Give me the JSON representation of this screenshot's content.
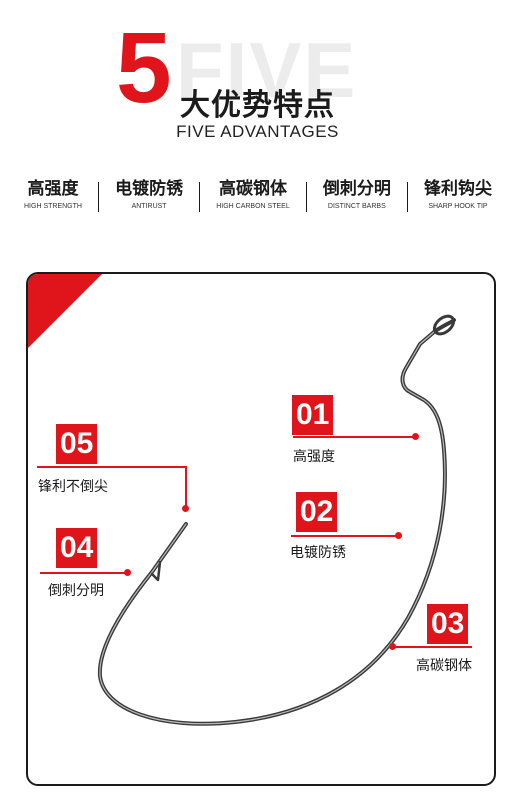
{
  "header": {
    "number": "5",
    "ghost_text": "FIVE",
    "title_cn": "大优势特点",
    "title_en": "FIVE ADVANTAGES"
  },
  "advantages": [
    {
      "cn": "高强度",
      "en": "HIGH STRENGTH"
    },
    {
      "cn": "电镀防锈",
      "en": "ANTIRUST"
    },
    {
      "cn": "高碳钢体",
      "en": "HIGH CARBON STEEL"
    },
    {
      "cn": "倒刺分明",
      "en": "DISTINCT BARBS"
    },
    {
      "cn": "锋利钩尖",
      "en": "SHARP HOOK TIP"
    }
  ],
  "callouts": {
    "c01": {
      "num": "01",
      "label": "高强度"
    },
    "c02": {
      "num": "02",
      "label": "电镀防锈"
    },
    "c03": {
      "num": "03",
      "label": "高碳钢体"
    },
    "c04": {
      "num": "04",
      "label": "倒刺分明"
    },
    "c05": {
      "num": "05",
      "label": "锋利不倒尖"
    }
  },
  "colors": {
    "accent": "#e0151c",
    "text": "#1b1b1b",
    "hook": "#3a3a3a"
  }
}
